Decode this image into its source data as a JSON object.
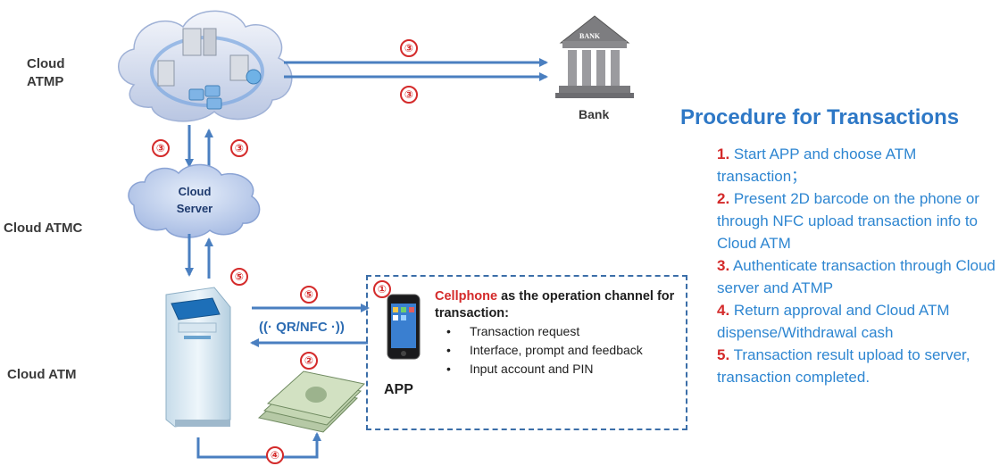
{
  "labels": {
    "cloud_atmp": "Cloud\nATMP",
    "bank": "Bank",
    "bank_sign": "BANK",
    "cloud_atmc": "Cloud ATMC",
    "cloud_server": "Cloud\nServer",
    "cloud_atm": "Cloud ATM",
    "qr_nfc": "QR/NFC",
    "app": "APP"
  },
  "step_markers": {
    "atmp_bank_top": "③",
    "atmp_bank_bottom": "③",
    "atmp_down": "③",
    "server_up": "③",
    "atm_up": "⑤",
    "atm_to_app": "⑤",
    "app_to_atm": "②",
    "atm_cash": "④",
    "app": "①"
  },
  "cellphone": {
    "keyword": "Cellphone",
    "title_rest": " as the operation channel for transaction:",
    "features": [
      "Transaction request",
      "Interface, prompt and feedback",
      "Input account and PIN"
    ]
  },
  "procedure": {
    "title": "Procedure for Transactions",
    "steps": [
      {
        "num": "1.",
        "text": " Start APP and choose ATM transaction；"
      },
      {
        "num": "2.",
        "text": " Present 2D barcode on the phone or through NFC upload transaction info to Cloud ATM"
      },
      {
        "num": "3.",
        "text": " Authenticate transaction through Cloud server and ATMP"
      },
      {
        "num": "4.",
        "text": " Return approval and Cloud ATM dispense/Withdrawal cash"
      },
      {
        "num": "5.",
        "text": " Transaction result upload to server, transaction completed."
      }
    ]
  },
  "colors": {
    "arrow": "#4a7fc0",
    "marker": "#d42a2a",
    "procedure_title": "#2e78c6",
    "procedure_text": "#2e86d1",
    "box_border": "#3b6ea8"
  },
  "icons": [
    "cloud-server-icon",
    "bank-building-icon",
    "atm-machine-icon",
    "smartphone-icon",
    "cash-stack-icon",
    "wireless-signal-icon"
  ]
}
